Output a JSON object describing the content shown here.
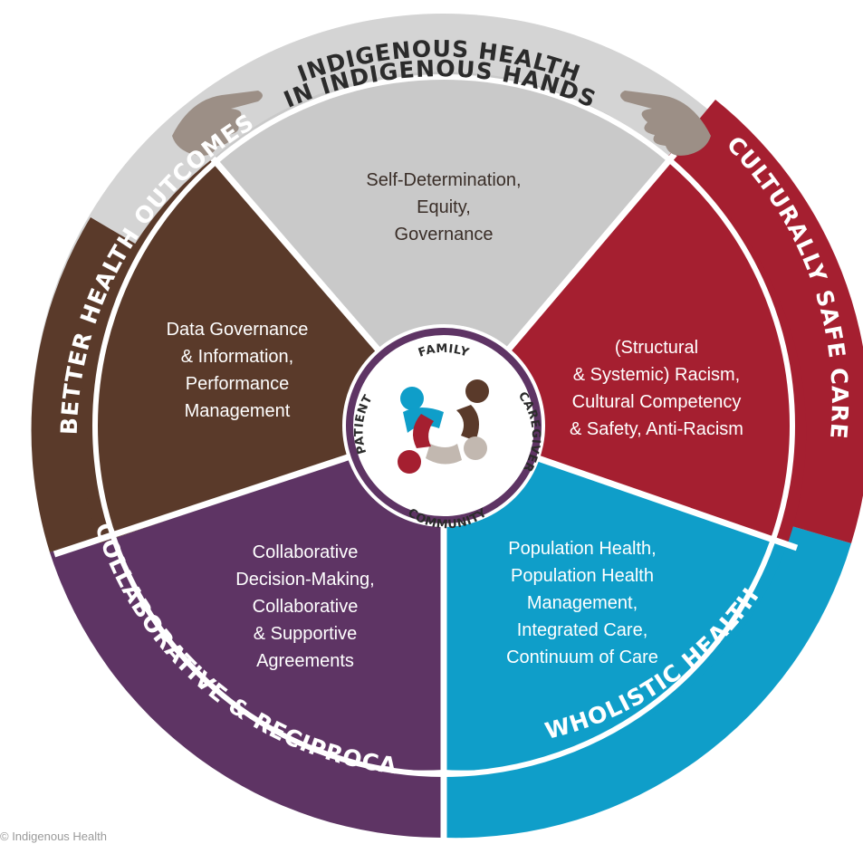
{
  "colors": {
    "grey_segment": "#c9c9c9",
    "grey_ring": "#d4d4d4",
    "brown": "#5a3a2a",
    "red": "#a51f30",
    "blue": "#0f9ec9",
    "purple": "#5e3464",
    "hands": "#9c8f86"
  },
  "top_ring_label": {
    "line1": "INDIGENOUS HEALTH",
    "line2": "IN INDIGENOUS HANDS"
  },
  "outer_labels": {
    "left": "BETTER HEALTH OUTCOMES",
    "right": "CULTURALLY SAFE CARE",
    "bottom_left": "COLLABORATIVE & RECIPROCAL",
    "bottom_right": "WHOLISTIC HEALTH"
  },
  "segments": {
    "top": [
      "Self-Determination,",
      "Equity,",
      "Governance"
    ],
    "left": [
      "Data Governance",
      "& Information,",
      "Performance",
      "Management"
    ],
    "right": [
      "(Structural",
      "& Systemic) Racism,",
      "Cultural Competency",
      "& Safety, Anti-Racism"
    ],
    "bottom_left": [
      "Collaborative",
      "Decision-Making,",
      "Collaborative",
      "& Supportive",
      "Agreements"
    ],
    "bottom_right": [
      "Population Health,",
      "Population Health",
      "Management,",
      "Integrated Care,",
      "Continuum of Care"
    ]
  },
  "hub": {
    "top": "FAMILY",
    "right": "CAREGIVER",
    "bottom": "COMMUNITY",
    "left": "PATIENT"
  },
  "footer": "© Indigenous Health"
}
